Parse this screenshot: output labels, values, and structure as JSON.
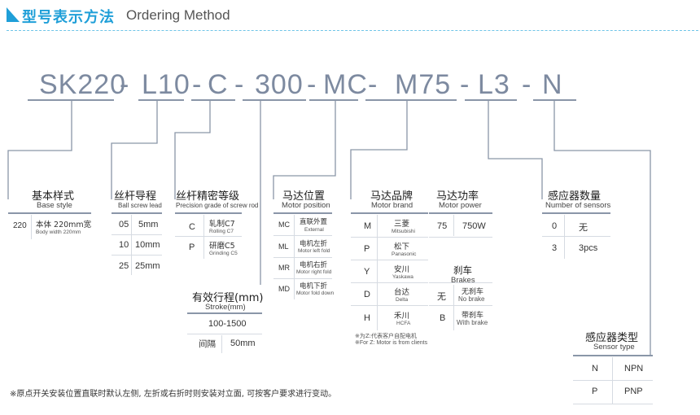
{
  "header": {
    "title": "型号表示方法",
    "subtitle": "Ordering Method"
  },
  "code": {
    "parts": [
      "SK220",
      "L10",
      "C",
      "300",
      "MC",
      "M75",
      "L3",
      "N"
    ],
    "dash": "-"
  },
  "base_style": {
    "title": "基本样式",
    "subtitle": "Base style",
    "code": "220",
    "value_cn": "本体 220mm宽",
    "value_en": "Body width 220mm"
  },
  "ball_screw_lead": {
    "title": "丝杆导程",
    "subtitle": "Ball screw lead",
    "rows": [
      {
        "code": "05",
        "value": "5mm"
      },
      {
        "code": "10",
        "value": "10mm"
      },
      {
        "code": "25",
        "value": "25mm"
      }
    ]
  },
  "precision_grade": {
    "title": "丝杆精密等级",
    "subtitle": "Precision grade of screw rod",
    "rows": [
      {
        "code": "C",
        "cn": "轧制C7",
        "en": "Rolling C7"
      },
      {
        "code": "P",
        "cn": "研磨C5",
        "en": "Grinding C5"
      }
    ]
  },
  "stroke": {
    "title": "有效行程(mm)",
    "subtitle": "Stroke(mm)",
    "range": "100-1500",
    "interval_label": "间隔",
    "interval_value": "50mm"
  },
  "motor_position": {
    "title": "马达位置",
    "subtitle": "Motor position",
    "rows": [
      {
        "code": "MC",
        "cn": "直联外置",
        "en": "External"
      },
      {
        "code": "ML",
        "cn": "电机左折",
        "en": "Motor left fold"
      },
      {
        "code": "MR",
        "cn": "电机右折",
        "en": "Motor right fold"
      },
      {
        "code": "MD",
        "cn": "电机下折",
        "en": "Motor fold down"
      }
    ]
  },
  "motor_brand": {
    "title": "马达品牌",
    "subtitle": "Motor brand",
    "rows": [
      {
        "code": "M",
        "cn": "三菱",
        "en": "Mitsubishi"
      },
      {
        "code": "P",
        "cn": "松下",
        "en": "Panasonic"
      },
      {
        "code": "Y",
        "cn": "安川",
        "en": "Yaskawa"
      },
      {
        "code": "D",
        "cn": "台达",
        "en": "Delta"
      },
      {
        "code": "H",
        "cn": "禾川",
        "en": "HCFA"
      }
    ],
    "note_cn": "※为Z:代表客户自配电机",
    "note_en": "※For Z: Motor is from clients"
  },
  "motor_power": {
    "title": "马达功率",
    "subtitle": "Motor power",
    "code": "75",
    "value": "750W"
  },
  "brakes": {
    "title_cn": "刹车",
    "title_en": "Brakes",
    "rows": [
      {
        "code": "无",
        "cn": "无刹车",
        "en": "No brake"
      },
      {
        "code": "B",
        "cn": "带刹车",
        "en": "With brake"
      }
    ]
  },
  "sensors": {
    "title": "感应器数量",
    "subtitle": "Number of sensors",
    "rows": [
      {
        "code": "0",
        "value": "无"
      },
      {
        "code": "3",
        "value": "3pcs"
      }
    ]
  },
  "sensor_type": {
    "title": "感应器类型",
    "subtitle": "Sensor type",
    "rows": [
      {
        "code": "N",
        "value": "NPN"
      },
      {
        "code": "P",
        "value": "PNP"
      }
    ]
  },
  "footnote": "※原点开关安装位置直联时默认左侧, 左折或右折时则安装对立面, 可按客户要求进行变动。",
  "colors": {
    "accent": "#1f9fd8",
    "code_text": "#7d8aa0",
    "line": "#8a96a8"
  }
}
